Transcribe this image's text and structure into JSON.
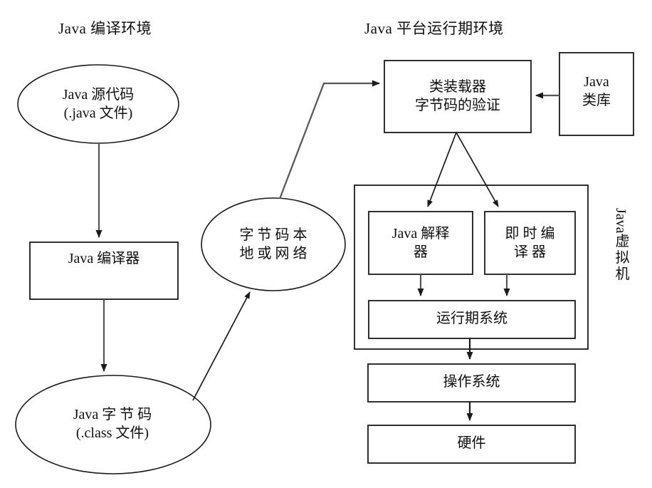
{
  "diagram": {
    "title_left": "Java 编译环境",
    "title_right": "Java 平台运行期环境",
    "vm_label_latin": "Java",
    "vm_label_cjk": "虚拟机",
    "colors": {
      "stroke": "#1a1a1a",
      "text": "#101010",
      "background": "#ffffff"
    },
    "nodes": {
      "source_code": "Java 源代码\n(.java 文件)",
      "compiler": "Java 编译器",
      "bytecode": "Java 字 节 码\n(.class 文件)",
      "bytecode_transport": "字 节 码 本\n地 或 网 络",
      "class_loader": "类装载器\n字节码的验证",
      "class_library": "Java\n类库",
      "interpreter": "Java 解释\n器",
      "jit_compiler": "即 时 编\n译 器",
      "runtime_system": "运行期系统",
      "operating_system": "操作系统",
      "hardware": "硬件"
    },
    "edges": [
      {
        "name": "source-to-compiler",
        "from": "source_code",
        "to": "compiler"
      },
      {
        "name": "compiler-to-bytecode",
        "from": "compiler",
        "to": "bytecode"
      },
      {
        "name": "bytecode-to-transport",
        "from": "bytecode",
        "to": "bytecode_transport"
      },
      {
        "name": "transport-to-class-loader",
        "from": "bytecode_transport",
        "to": "class_loader"
      },
      {
        "name": "class-library-to-class-loader",
        "from": "class_library",
        "to": "class_loader"
      },
      {
        "name": "class-loader-to-interpreter",
        "from": "class_loader",
        "to": "interpreter"
      },
      {
        "name": "class-loader-to-jit",
        "from": "class_loader",
        "to": "jit_compiler"
      },
      {
        "name": "interpreter-to-runtime",
        "from": "interpreter",
        "to": "runtime_system"
      },
      {
        "name": "jit-to-runtime",
        "from": "jit_compiler",
        "to": "runtime_system"
      },
      {
        "name": "runtime-to-os",
        "from": "runtime_system",
        "to": "operating_system"
      },
      {
        "name": "os-to-hardware",
        "from": "operating_system",
        "to": "hardware"
      }
    ]
  }
}
